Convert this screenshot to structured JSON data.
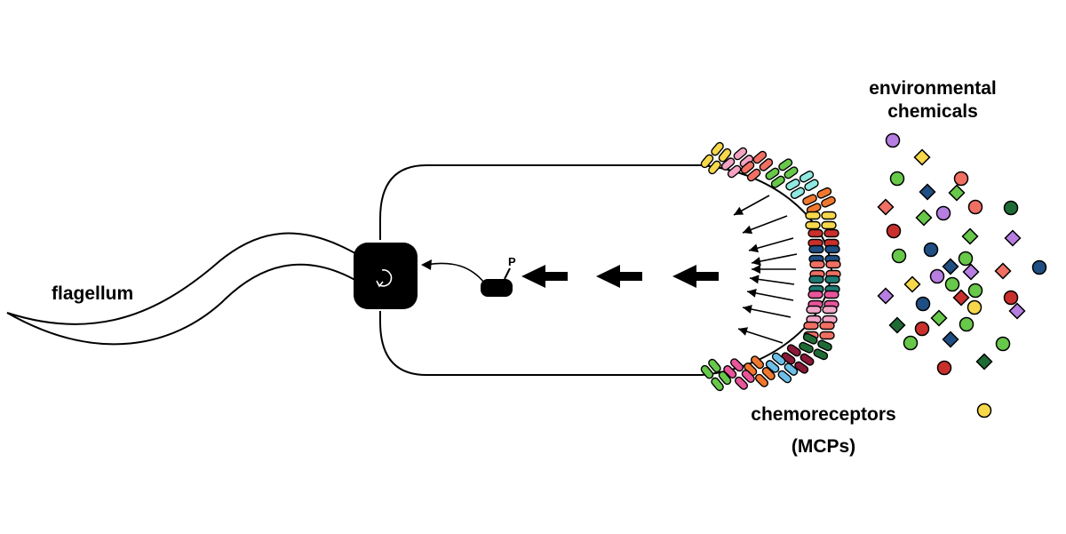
{
  "labels": {
    "environmental_line1": "environmental",
    "environmental_line2": "chemicals",
    "flagellum": "flagellum",
    "chemoreceptors_line1": "chemoreceptors",
    "chemoreceptors_line2": "(MCPs)",
    "phosphate": "P"
  },
  "colors": {
    "yellow": "#f7d84a",
    "pink": "#f4a3c3",
    "hotpink": "#e8559a",
    "salmon": "#f06f63",
    "orange": "#f0782e",
    "green": "#67c84a",
    "darkgreen": "#1f6b35",
    "teal": "#1f7a72",
    "cyan": "#8fe9e0",
    "skyblue": "#6cbfe8",
    "navy": "#1f4e82",
    "red": "#c9302c",
    "maroon": "#8a1838",
    "purple": "#b57ee0",
    "lightpink": "#f2a6c8"
  },
  "icons": {
    "motor": "flagellar-motor-rotation-icon",
    "response_regulator": "phosphorylated-cheY-icon",
    "signal_arrow": "signal-arrow-icon"
  }
}
